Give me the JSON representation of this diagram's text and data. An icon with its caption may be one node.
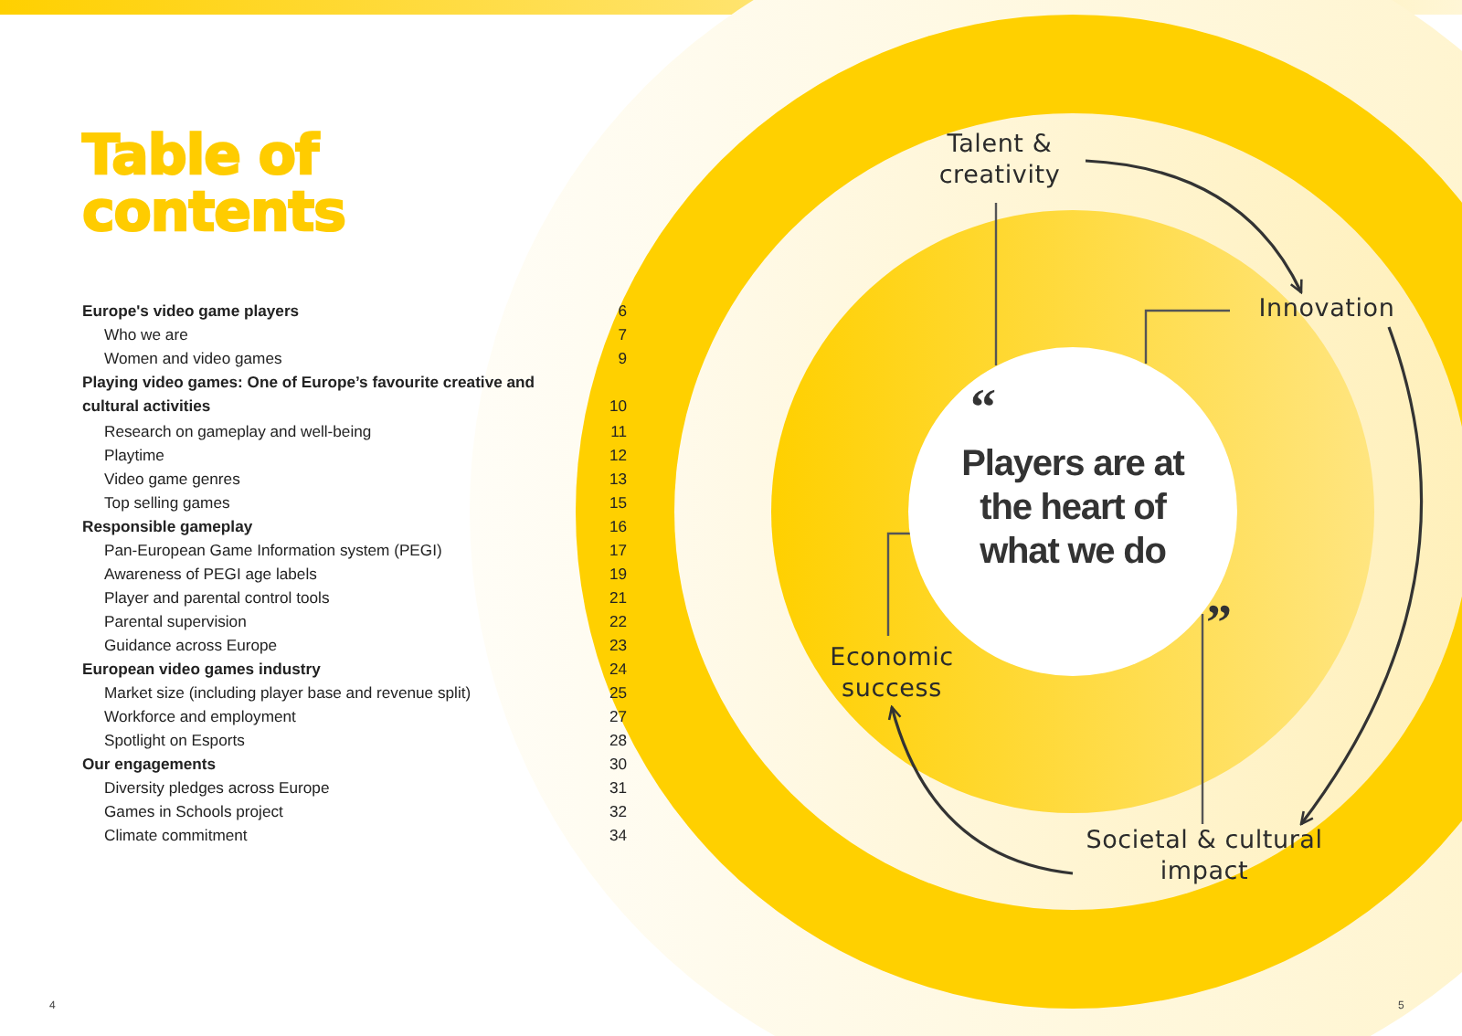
{
  "diagram": {
    "title": "Table of contents",
    "nodes": [
      {
        "text": [
          "“",
          "Players are at the heart of what we do",
          "”"
        ]
      },
      {
        "text": [
          "Talent & creativity"
        ]
      },
      {
        "text": [
          "Innovation"
        ]
      },
      {
        "text": [
          "Societal & cultural impact"
        ]
      },
      {
        "text": [
          "Economic success"
        ]
      }
    ],
    "edges": [
      {
        "from": 1,
        "to": 0,
        "arrow": "none"
      },
      {
        "from": 2,
        "to": 0,
        "arrow": "none"
      },
      {
        "from": 4,
        "to": 0,
        "arrow": "none"
      },
      {
        "from": 3,
        "to": 0,
        "arrow": "none"
      },
      {
        "from": 1,
        "to": 2,
        "arrow": "to"
      },
      {
        "from": 2,
        "to": 3,
        "arrow": "to"
      },
      {
        "from": 3,
        "to": 4,
        "arrow": "to"
      }
    ],
    "labels": [
      "Europe's video game players",
      "6",
      "Who we are",
      "7",
      "Women and video games",
      "9",
      "Playing video games: One of Europe’s favourite creative and cultural activities",
      "10",
      "Research on gameplay and well-being",
      "11",
      "Playtime",
      "12",
      "Video game genres",
      "13",
      "Top selling games",
      "15",
      "Responsible gameplay",
      "16",
      "Pan-European Game Information system (PEGI)",
      "17",
      "Awareness of PEGI age labels",
      "19",
      "Player and parental control tools",
      "21",
      "Parental supervision",
      "22",
      "Guidance across Europe",
      "23",
      "European video games industry",
      "24",
      "Market size (including player base and revenue split)",
      "25",
      "Workforce and employment",
      "27",
      "Spotlight on Esports",
      "28",
      "Our engagements",
      "30",
      "Diversity pledges across Europe",
      "31",
      "Games in Schools project",
      "32",
      "Climate commitment",
      "34",
      "4",
      "5"
    ]
  }
}
